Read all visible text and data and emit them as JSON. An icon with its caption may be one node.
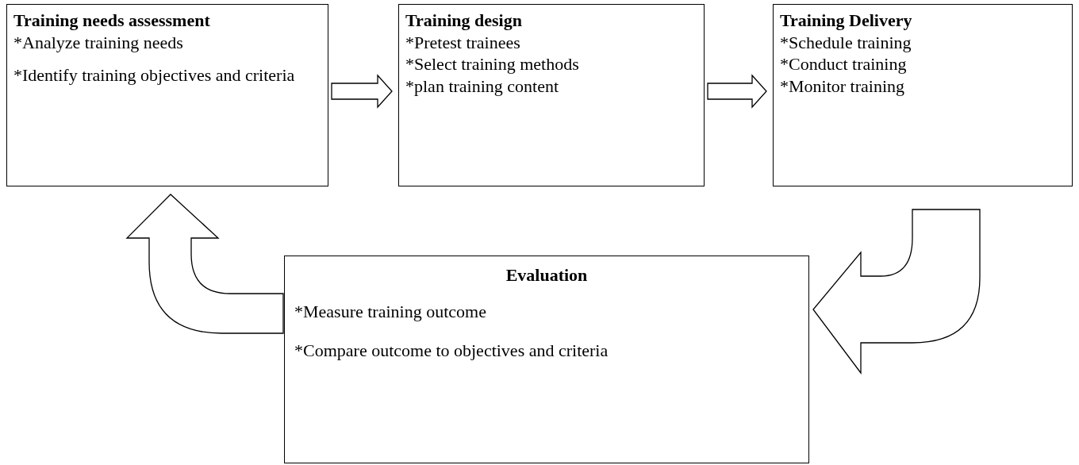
{
  "diagram": {
    "nodes": [
      {
        "text": [
          "Training needs assessment",
          "*Analyze training needs",
          "*Identify training objectives and criteria"
        ]
      },
      {
        "text": [
          "Training design",
          "*Pretest trainees",
          "*Select training methods",
          "*plan training content"
        ]
      },
      {
        "text": [
          "Training Delivery",
          "*Schedule training",
          "*Conduct training",
          "*Monitor training"
        ]
      },
      {
        "text": [
          "Evaluation",
          "*Measure training outcome",
          "*Compare outcome to objectives and criteria"
        ]
      }
    ],
    "edges": [
      {
        "from": 0,
        "to": 1,
        "arrow": "to"
      },
      {
        "from": 1,
        "to": 2,
        "arrow": "to"
      },
      {
        "from": 2,
        "to": 3,
        "arrow": "to"
      },
      {
        "from": 3,
        "to": 0,
        "arrow": "to"
      }
    ]
  }
}
